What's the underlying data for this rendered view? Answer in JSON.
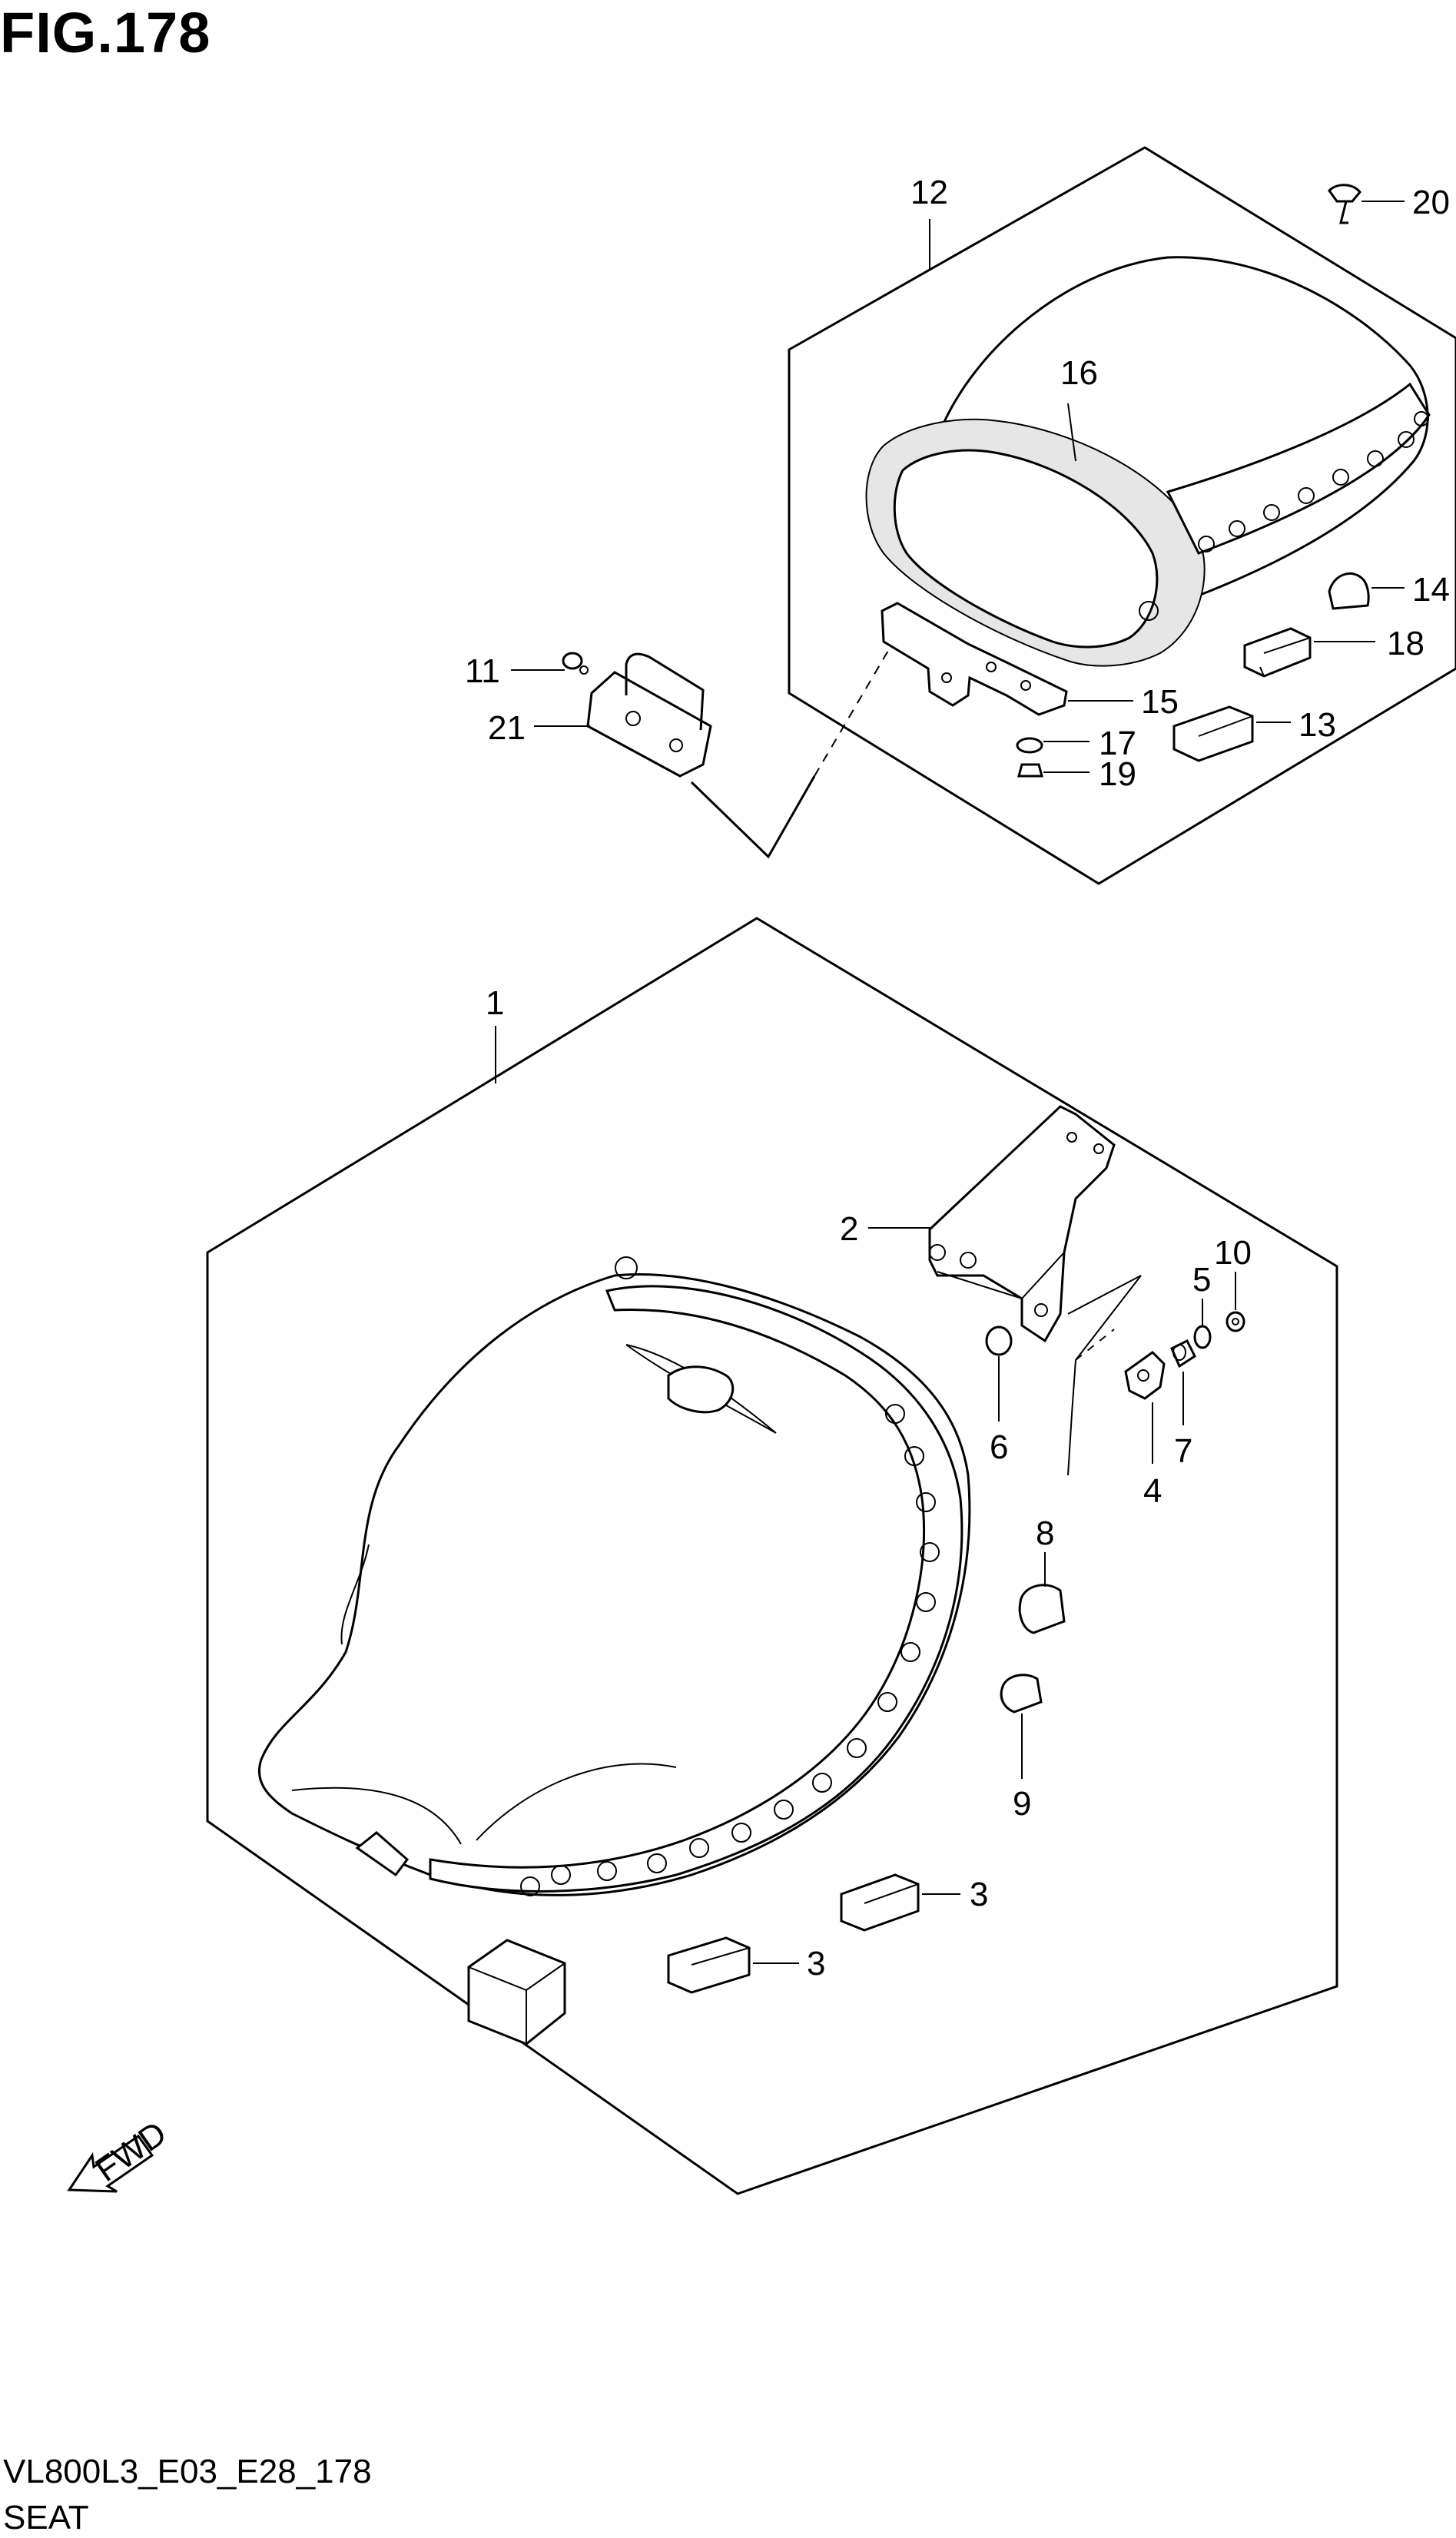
{
  "figure": {
    "title": "FIG.178",
    "code": "VL800L3_E03_E28_178",
    "name": "SEAT"
  },
  "fwd_label": "FWD",
  "callouts": [
    {
      "id": "c1",
      "label": "1"
    },
    {
      "id": "c2",
      "label": "2"
    },
    {
      "id": "c3a",
      "label": "3"
    },
    {
      "id": "c3b",
      "label": "3"
    },
    {
      "id": "c4",
      "label": "4"
    },
    {
      "id": "c5",
      "label": "5"
    },
    {
      "id": "c6",
      "label": "6"
    },
    {
      "id": "c7",
      "label": "7"
    },
    {
      "id": "c8",
      "label": "8"
    },
    {
      "id": "c9",
      "label": "9"
    },
    {
      "id": "c10",
      "label": "10"
    },
    {
      "id": "c11",
      "label": "11"
    },
    {
      "id": "c12",
      "label": "12"
    },
    {
      "id": "c13",
      "label": "13"
    },
    {
      "id": "c14",
      "label": "14"
    },
    {
      "id": "c15",
      "label": "15"
    },
    {
      "id": "c16",
      "label": "16"
    },
    {
      "id": "c17",
      "label": "17"
    },
    {
      "id": "c18",
      "label": "18"
    },
    {
      "id": "c19",
      "label": "19"
    },
    {
      "id": "c20",
      "label": "20"
    },
    {
      "id": "c21",
      "label": "21"
    }
  ]
}
